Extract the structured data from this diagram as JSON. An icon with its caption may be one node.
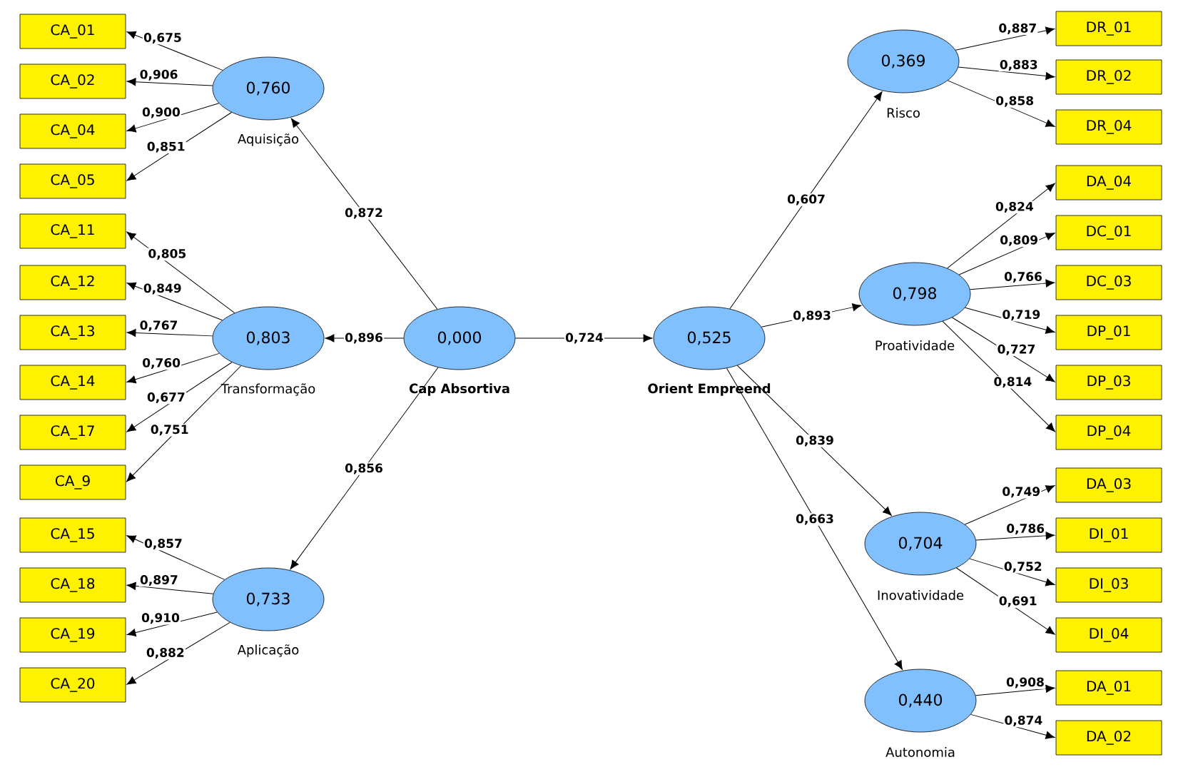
{
  "diagram": {
    "nodes": [
      {
        "text": [
          "0,760"
        ],
        "beside": [
          "Aquisição"
        ]
      },
      {
        "text": [
          "0,803"
        ],
        "beside": [
          "Transformação"
        ]
      },
      {
        "text": [
          "0,733"
        ],
        "beside": [
          "Aplicação"
        ]
      },
      {
        "text": [
          "0,000"
        ],
        "beside": [
          "Cap Absortiva"
        ]
      },
      {
        "text": [
          "0,525"
        ],
        "beside": [
          "Orient Empreend"
        ]
      },
      {
        "text": [
          "0,369"
        ],
        "beside": [
          "Risco"
        ]
      },
      {
        "text": [
          "0,798"
        ],
        "beside": [
          "Proatividade"
        ]
      },
      {
        "text": [
          "0,704"
        ],
        "beside": [
          "Inovatividade"
        ]
      },
      {
        "text": [
          "0,440"
        ],
        "beside": [
          "Autonomia"
        ]
      },
      {
        "text": [
          "CA_01"
        ]
      },
      {
        "text": [
          "CA_02"
        ]
      },
      {
        "text": [
          "CA_04"
        ]
      },
      {
        "text": [
          "CA_05"
        ]
      },
      {
        "text": [
          "CA_11"
        ]
      },
      {
        "text": [
          "CA_12"
        ]
      },
      {
        "text": [
          "CA_13"
        ]
      },
      {
        "text": [
          "CA_14"
        ]
      },
      {
        "text": [
          "CA_17"
        ]
      },
      {
        "text": [
          "CA_9"
        ]
      },
      {
        "text": [
          "CA_15"
        ]
      },
      {
        "text": [
          "CA_18"
        ]
      },
      {
        "text": [
          "CA_19"
        ]
      },
      {
        "text": [
          "CA_20"
        ]
      },
      {
        "text": [
          "DR_01"
        ]
      },
      {
        "text": [
          "DR_02"
        ]
      },
      {
        "text": [
          "DR_04"
        ]
      },
      {
        "text": [
          "DA_04"
        ]
      },
      {
        "text": [
          "DC_01"
        ]
      },
      {
        "text": [
          "DC_03"
        ]
      },
      {
        "text": [
          "DP_01"
        ]
      },
      {
        "text": [
          "DP_03"
        ]
      },
      {
        "text": [
          "DP_04"
        ]
      },
      {
        "text": [
          "DA_03"
        ]
      },
      {
        "text": [
          "DI_01"
        ]
      },
      {
        "text": [
          "DI_03"
        ]
      },
      {
        "text": [
          "DI_04"
        ]
      },
      {
        "text": [
          "DA_01"
        ]
      },
      {
        "text": [
          "DA_02"
        ]
      }
    ],
    "edges": [
      {
        "from": 3,
        "to": 0,
        "arrow": "to",
        "label": "0,872"
      },
      {
        "from": 3,
        "to": 1,
        "arrow": "to",
        "label": "0,896"
      },
      {
        "from": 3,
        "to": 2,
        "arrow": "to",
        "label": "0,856"
      },
      {
        "from": 3,
        "to": 4,
        "arrow": "to",
        "label": "0,724"
      },
      {
        "from": 4,
        "to": 5,
        "arrow": "to",
        "label": "0,607"
      },
      {
        "from": 4,
        "to": 6,
        "arrow": "to",
        "label": "0,893"
      },
      {
        "from": 4,
        "to": 7,
        "arrow": "to",
        "label": "0,839"
      },
      {
        "from": 4,
        "to": 8,
        "arrow": "to",
        "label": "0,663"
      },
      {
        "from": 0,
        "to": 9,
        "arrow": "to",
        "label": "0,675"
      },
      {
        "from": 0,
        "to": 10,
        "arrow": "to",
        "label": "0,906"
      },
      {
        "from": 0,
        "to": 11,
        "arrow": "to",
        "label": "0,900"
      },
      {
        "from": 0,
        "to": 12,
        "arrow": "to",
        "label": "0,851"
      },
      {
        "from": 1,
        "to": 13,
        "arrow": "to",
        "label": "0,805"
      },
      {
        "from": 1,
        "to": 14,
        "arrow": "to",
        "label": "0,849"
      },
      {
        "from": 1,
        "to": 15,
        "arrow": "to",
        "label": "0,767"
      },
      {
        "from": 1,
        "to": 16,
        "arrow": "to",
        "label": "0,760"
      },
      {
        "from": 1,
        "to": 17,
        "arrow": "to",
        "label": "0,677"
      },
      {
        "from": 1,
        "to": 18,
        "arrow": "to",
        "label": "0,751"
      },
      {
        "from": 2,
        "to": 19,
        "arrow": "to",
        "label": "0,857"
      },
      {
        "from": 2,
        "to": 20,
        "arrow": "to",
        "label": "0,897"
      },
      {
        "from": 2,
        "to": 21,
        "arrow": "to",
        "label": "0,910"
      },
      {
        "from": 2,
        "to": 22,
        "arrow": "to",
        "label": "0,882"
      },
      {
        "from": 5,
        "to": 23,
        "arrow": "to",
        "label": "0,887"
      },
      {
        "from": 5,
        "to": 24,
        "arrow": "to",
        "label": "0,883"
      },
      {
        "from": 5,
        "to": 25,
        "arrow": "to",
        "label": "0,858"
      },
      {
        "from": 6,
        "to": 26,
        "arrow": "to",
        "label": "0,824"
      },
      {
        "from": 6,
        "to": 27,
        "arrow": "to",
        "label": "0,809"
      },
      {
        "from": 6,
        "to": 28,
        "arrow": "to",
        "label": "0,766"
      },
      {
        "from": 6,
        "to": 29,
        "arrow": "to",
        "label": "0,719"
      },
      {
        "from": 6,
        "to": 30,
        "arrow": "to",
        "label": "0,727"
      },
      {
        "from": 6,
        "to": 31,
        "arrow": "to",
        "label": "0,814"
      },
      {
        "from": 7,
        "to": 32,
        "arrow": "to",
        "label": "0,749"
      },
      {
        "from": 7,
        "to": 33,
        "arrow": "to",
        "label": "0,786"
      },
      {
        "from": 7,
        "to": 34,
        "arrow": "to",
        "label": "0,752"
      },
      {
        "from": 7,
        "to": 35,
        "arrow": "to",
        "label": "0,691"
      },
      {
        "from": 8,
        "to": 36,
        "arrow": "to",
        "label": "0,908"
      },
      {
        "from": 8,
        "to": 37,
        "arrow": "to",
        "label": "0,874"
      }
    ]
  }
}
